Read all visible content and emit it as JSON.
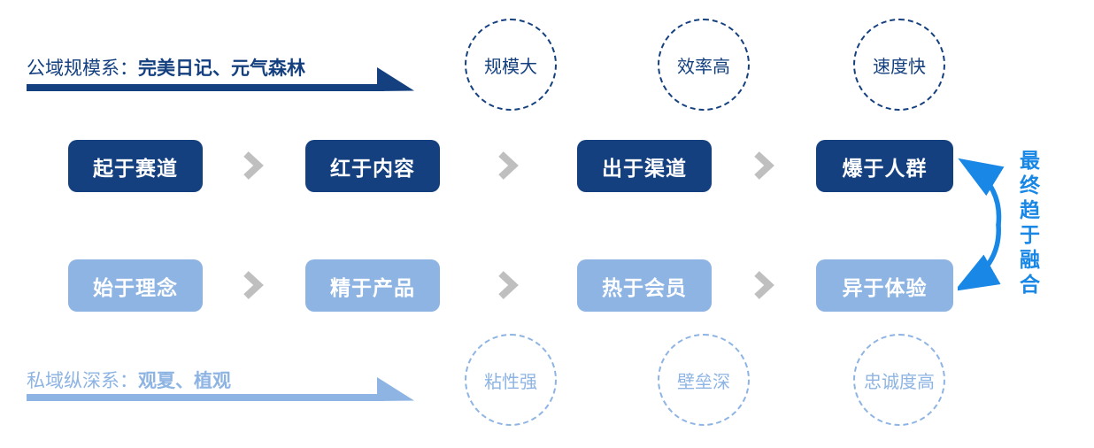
{
  "colors": {
    "navy": "#14407F",
    "lite": "#8EB4E3",
    "bright": "#1887E5",
    "gray": "#BFBFBF"
  },
  "public_track": {
    "label_prefix": "公域规模系：",
    "label_brands": "完美日记、元气森林",
    "stages": [
      "起于赛道",
      "红于内容",
      "出于渠道",
      "爆于人群"
    ],
    "traits": [
      "规模大",
      "效率高",
      "速度快"
    ]
  },
  "private_track": {
    "label_prefix": "私域纵深系：",
    "label_brands": "观夏、植观",
    "stages": [
      "始于理念",
      "精于产品",
      "热于会员",
      "异于体验"
    ],
    "traits": [
      "粘性强",
      "壁垒深",
      "忠诚度高"
    ]
  },
  "convergence_note": "最终趋于融合"
}
